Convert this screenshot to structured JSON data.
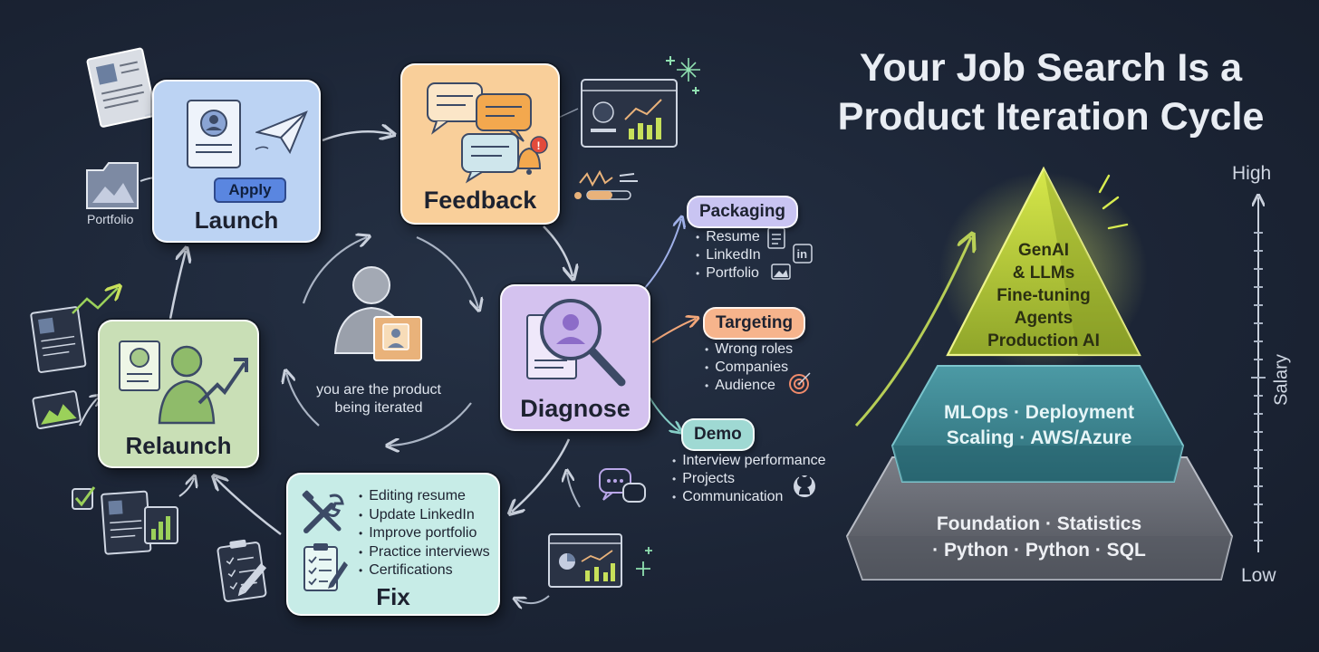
{
  "title": {
    "line1": "Your Job Search Is a",
    "line2": "Product Iteration Cycle"
  },
  "cycle": {
    "launch": {
      "title": "Launch",
      "button": "Apply",
      "portfolio_label": "Portfolio"
    },
    "feedback": {
      "title": "Feedback"
    },
    "diagnose": {
      "title": "Diagnose"
    },
    "fix": {
      "title": "Fix",
      "items": [
        "Editing resume",
        "Update LinkedIn",
        "Improve portfolio",
        "Practice interviews",
        "Certifications"
      ]
    },
    "relaunch": {
      "title": "Relaunch"
    },
    "center_caption": {
      "line1": "you are the product",
      "line2": "being iterated"
    }
  },
  "diagnose_branches": [
    {
      "label": "Packaging",
      "color": "#c9c4f2",
      "items": [
        "Resume",
        "LinkedIn",
        "Portfolio"
      ]
    },
    {
      "label": "Targeting",
      "color": "#f6b48c",
      "items": [
        "Wrong roles",
        "Companies",
        "Audience"
      ]
    },
    {
      "label": "Demo",
      "color": "#9fd9d3",
      "items": [
        "Interview performance",
        "Projects",
        "Communication"
      ]
    }
  ],
  "pyramid": {
    "top": [
      "GenAI",
      "& LLMs",
      "Fine-tuning",
      "Agents",
      "Production AI"
    ],
    "middle": [
      "MLOps · Deployment",
      "Scaling · AWS/Azure"
    ],
    "bottom": [
      "Foundation · Statistics",
      "· Python · Python · SQL"
    ]
  },
  "salary_axis": {
    "label": "Salary",
    "high": "High",
    "low": "Low"
  },
  "colors": {
    "background": "#1c2536",
    "launch": "#bcd3f3",
    "feedback": "#f9cf9a",
    "diagnose": "#d4c2ef",
    "fix": "#c7ece7",
    "relaunch": "#c9dfb6",
    "pyramid_top": "#c6d93e",
    "pyramid_middle": "#3f8c98",
    "pyramid_bottom": "#6e717b"
  },
  "icons": [
    "resume-icon",
    "paper-plane-icon",
    "chat-bubbles-icon",
    "alert-icon",
    "analytics-dashboard-icon",
    "magnifier-icon",
    "linkedin-icon",
    "image-icon",
    "target-icon",
    "github-icon",
    "tools-icon",
    "clipboard-icon",
    "growth-arrow-icon",
    "person-with-box-icon",
    "sparkle-icon"
  ]
}
